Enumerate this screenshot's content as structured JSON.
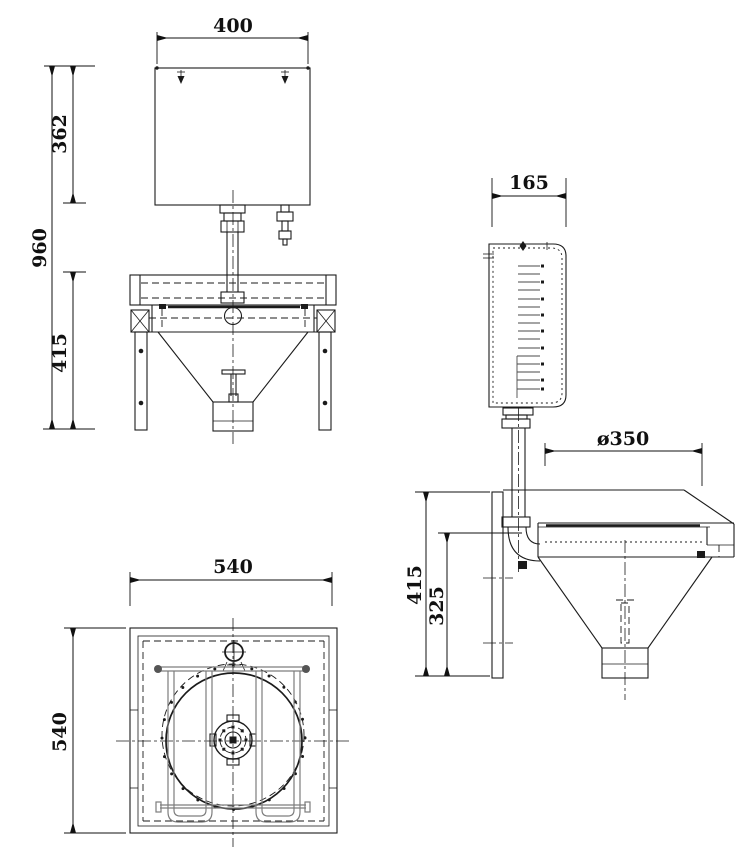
{
  "colors": {
    "background": "#ffffff",
    "line": "#1b1b1b",
    "grate": "#7d7d7d",
    "text": "#111111"
  },
  "dimensions": {
    "front_width": "400",
    "cistern_height": "362",
    "overall_height": "960",
    "front_sink_height": "415",
    "side_depth": "165",
    "bowl_diameter": "ø350",
    "side_height": "415",
    "side_bowl_height": "325",
    "plan_width": "540",
    "plan_depth": "540"
  }
}
